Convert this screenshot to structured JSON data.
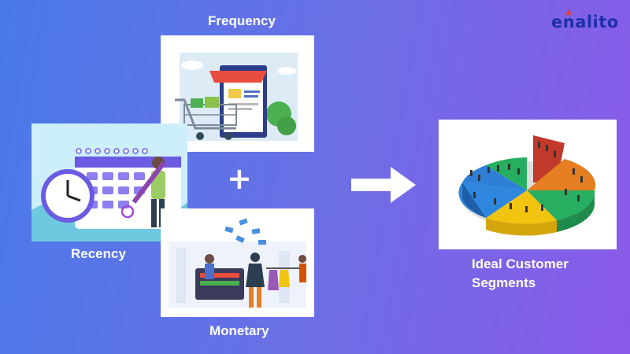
{
  "brand": {
    "name": "enalito"
  },
  "labels": {
    "frequency": "Frequency",
    "recency": "Recency",
    "monetary": "Monetary",
    "plus": "+",
    "result_line1": "Ideal Customer",
    "result_line2": "Segments"
  },
  "colors": {
    "bg_start": "#4a7ae8",
    "bg_end": "#8a5ae8",
    "logo": "#1f2fa8",
    "accent_red": "#e63b3b"
  },
  "icons": [
    "shopping-cart-icon",
    "calendar-icon",
    "clock-icon",
    "money-icon",
    "arrow-right-icon",
    "pie-chart-icon"
  ]
}
